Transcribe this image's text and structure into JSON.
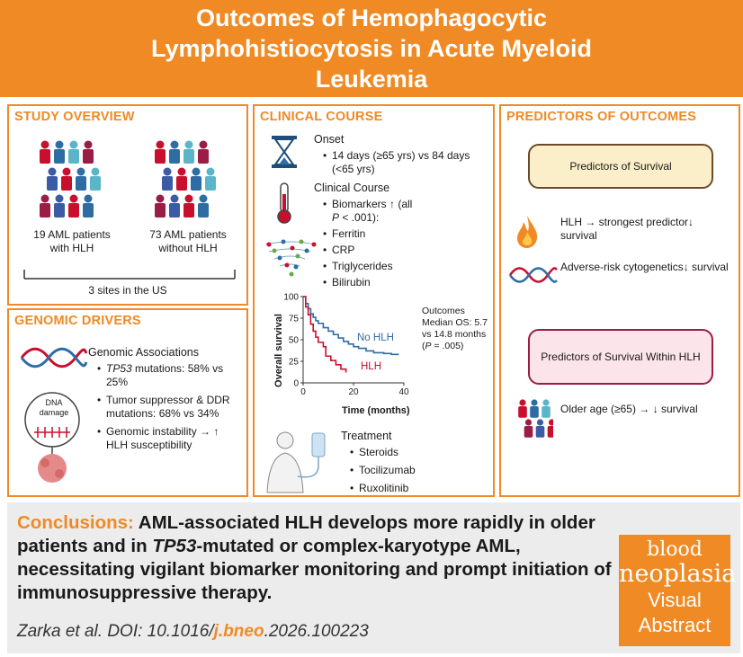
{
  "header": {
    "title": "Outcomes of Hemophagocytic Lymphohistiocytosis in Acute Myeloid Leukemia"
  },
  "study": {
    "title": "STUDY OVERVIEW",
    "group_hlh": "19 AML patients with HLH",
    "group_no_hlh": "73 AML patients without HLH",
    "sites": "3 sites in the US"
  },
  "genomic": {
    "title": "GENOMIC DRIVERS",
    "heading": "Genomic Associations",
    "b1_gene": "TP53",
    "b1_rest": " mutations: 58% vs 25%",
    "b2": "Tumor suppressor & DDR mutations: 68% vs 34%",
    "b3": "Genomic instability → ↑ HLH susceptibility",
    "dna_label": "DNA damage"
  },
  "clinical": {
    "title": "CLINICAL COURSE",
    "onset_heading": "Onset",
    "onset_bullet": "14 days (≥65 yrs) vs 84 days (<65 yrs)",
    "course_heading": "Clinical Course",
    "biomarkers_a": "Biomarkers ↑ (all",
    "biomarkers_b": " < .001):",
    "biomarkers_p": "P",
    "ferritin": "Ferritin",
    "crp": "CRP",
    "triglycerides": "Triglycerides",
    "bilirubin": "Bilirubin",
    "outcomes_1": "Outcomes",
    "outcomes_2": "Median OS: 5.7",
    "outcomes_3": "vs 14.8 months",
    "outcomes_4a": "(",
    "outcomes_4p": "P",
    "outcomes_4b": " = .005)",
    "treatment_heading": "Treatment",
    "t1": "Steroids",
    "t2": "Tocilizumab",
    "t3": "Ruxolitinib"
  },
  "predictors": {
    "title": "PREDICTORS OF OUTCOMES",
    "box1": "Predictors of Survival",
    "hlh_text": "HLH → strongest predictor↓ survival",
    "cyto_text": "Adverse-risk cytogenetics↓ survival",
    "box2": "Predictors of Survival Within HLH",
    "age_text": "Older age (≥65) → ↓ survival"
  },
  "conclusions": {
    "label": "Conclusions:",
    "text_a": " AML-associated HLH develops more rapidly in older patients and in ",
    "gene": "TP53",
    "text_b": "-mutated or complex-karyotype AML, necessitating vigilant biomarker monitoring and prompt initiation of  immunosuppressive therapy.",
    "cite_a": "Zarka et al. DOI: 10.1016/",
    "cite_hl": "j.bneo",
    "cite_b": ".2026.100223",
    "logo_1": "blood",
    "logo_2": "neoplasia",
    "logo_3": "Visual",
    "logo_4": "Abstract"
  },
  "chart_data": {
    "type": "line",
    "xlabel": "Time (months)",
    "ylabel": "Overall survival",
    "xlim": [
      0,
      40
    ],
    "ylim": [
      0,
      100
    ],
    "xticks": [
      0,
      20,
      40
    ],
    "yticks": [
      0,
      25,
      50,
      75,
      100
    ],
    "series": [
      {
        "name": "No HLH",
        "color": "#2E6DA4",
        "x": [
          0,
          1,
          2,
          3,
          4,
          5,
          6,
          8,
          10,
          12,
          14,
          16,
          18,
          20,
          22,
          25,
          28,
          32,
          35,
          38
        ],
        "y": [
          100,
          92,
          86,
          80,
          76,
          72,
          69,
          64,
          60,
          56,
          52,
          48,
          45,
          42,
          40,
          37,
          35,
          34,
          33,
          33
        ]
      },
      {
        "name": "HLH",
        "color": "#C8102E",
        "x": [
          0,
          1,
          2,
          3,
          4,
          5,
          6,
          8,
          9,
          11,
          13,
          15,
          17
        ],
        "y": [
          100,
          88,
          79,
          68,
          60,
          53,
          47,
          42,
          31,
          26,
          21,
          16,
          12
        ]
      }
    ],
    "colors": {
      "accent": "#F08A24",
      "hlh": "#C8102E",
      "no_hlh": "#2E6DA4"
    }
  }
}
